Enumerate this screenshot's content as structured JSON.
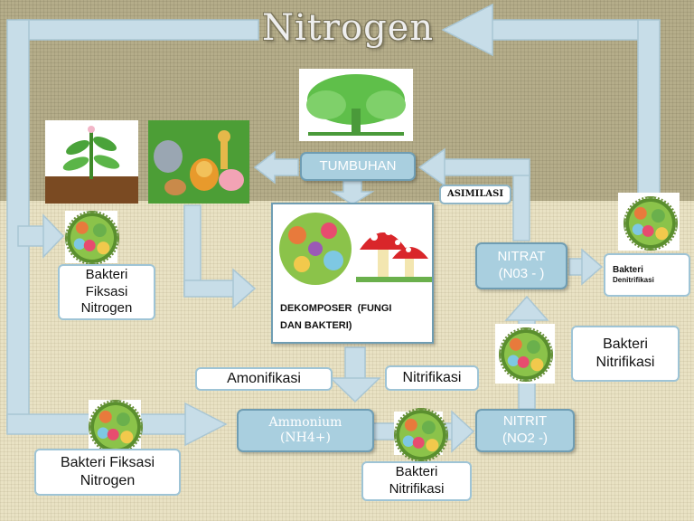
{
  "title": "Nitrogen",
  "nodes": {
    "tumbuhan": "TUMBUHAN",
    "nitrat_line1": "NITRAT",
    "nitrat_line2": "(N03 - )",
    "ammonium_line1": "Ammonium",
    "ammonium_line2": "(NH4+)",
    "nitrit_line1": "NITRIT",
    "nitrit_line2": "(NO2 -)"
  },
  "dekomposer": {
    "line1": "DEKOMPOSER  (FUNGI",
    "line2": "DAN BAKTERI)"
  },
  "labels": {
    "asimilasi": "ASIMILASI",
    "amonifikasi": "Amonifikasi",
    "nitrifikasi": "Nitrifikasi",
    "fiksasi_top_line1": "Bakteri",
    "fiksasi_top_line2": "Fiksasi",
    "fiksasi_top_line3": "Nitrogen",
    "fiksasi_bottom_line1": "Bakteri Fiksasi",
    "fiksasi_bottom_line2": "Nitrogen",
    "nitrifikasi_bottom_line1": "Bakteri",
    "nitrifikasi_bottom_line2": "Nitrifikasi",
    "nitrifikasi_right_line1": "Bakteri",
    "nitrifikasi_right_line2": "Nitrifikasi",
    "denitrifikasi_line1": "Bakteri",
    "denitrifikasi_line2": "Denitrifikasi"
  },
  "colors": {
    "arrow": "#c7dde8",
    "node": "#a9cfdf",
    "node_border": "#6f9db3"
  },
  "images": {
    "tree": "tree-icon",
    "plant": "plant-icon",
    "animals": "animals-icon",
    "bacteria": "bacteria-icon",
    "mushroom": "mushroom-icon"
  }
}
